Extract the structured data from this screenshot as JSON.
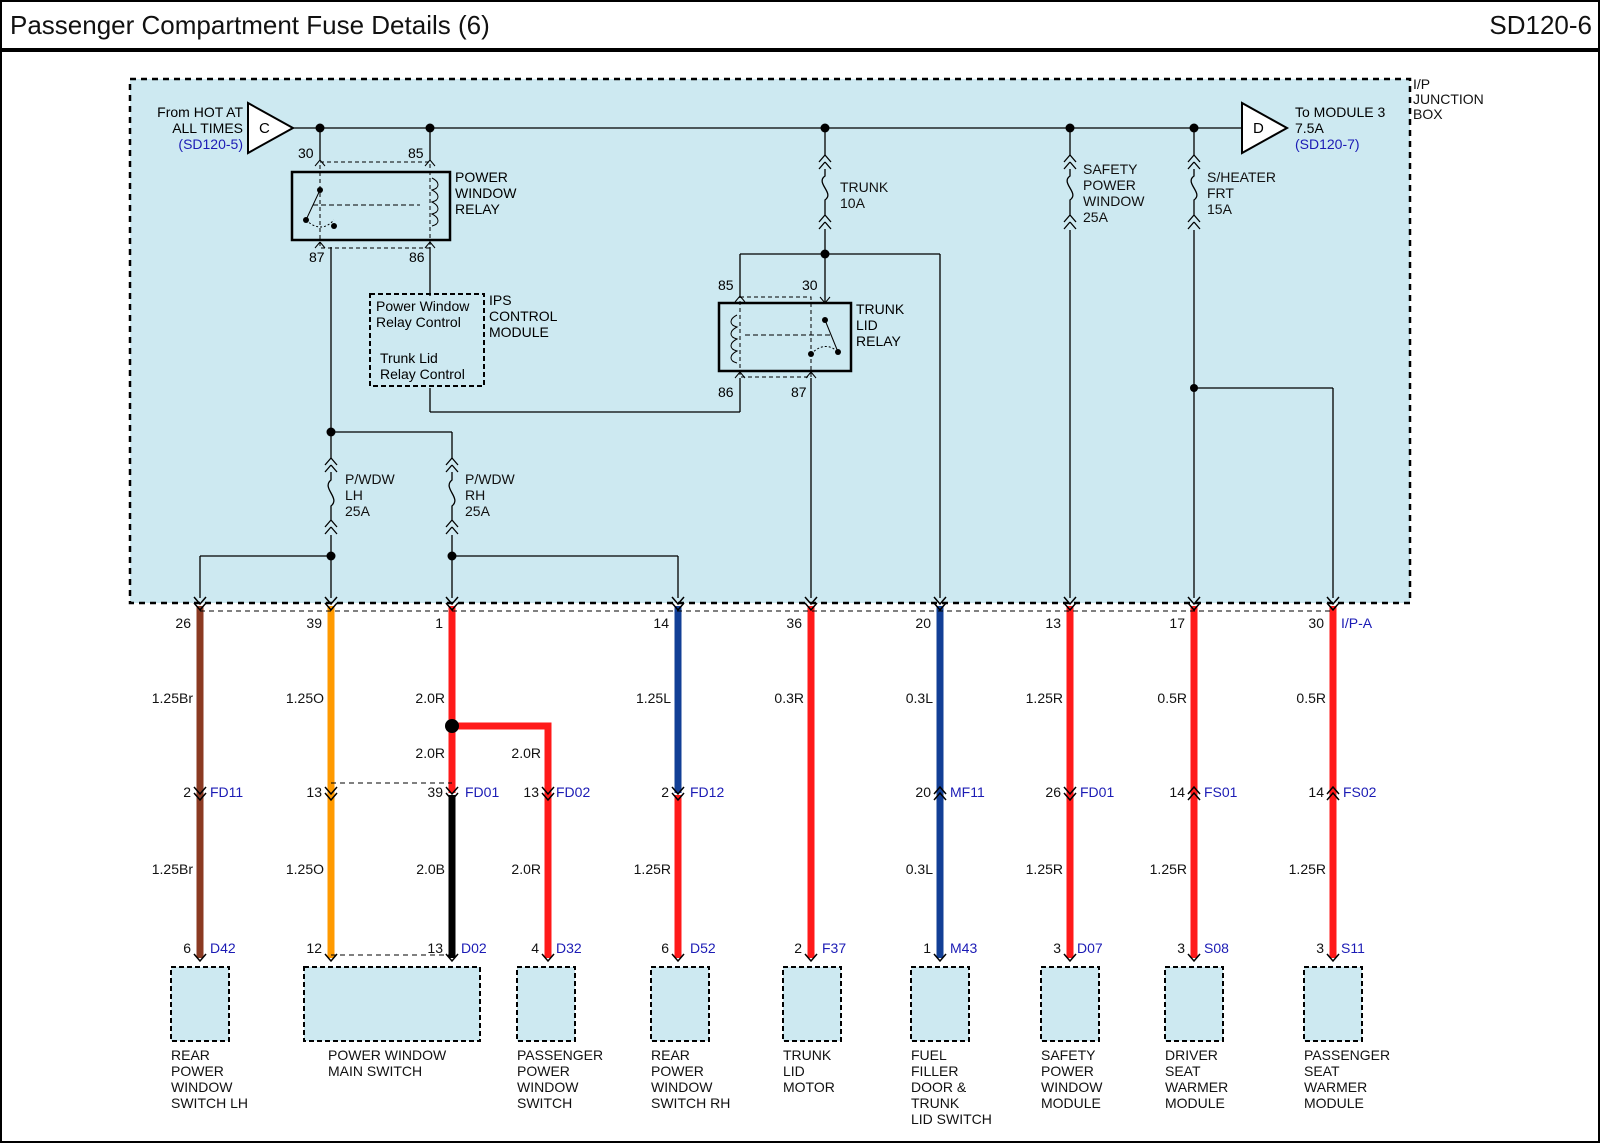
{
  "header": {
    "title": "Passenger Compartment Fuse Details (6)",
    "code": "SD120-6"
  },
  "junction_box": {
    "label": [
      "I/P",
      "JUNCTION",
      "BOX"
    ],
    "connector": "I/P-A"
  },
  "source": {
    "letter": "C",
    "lines": [
      "From HOT AT",
      "ALL TIMES"
    ],
    "ref": "(SD120-5)"
  },
  "destination": {
    "letter": "D",
    "lines": [
      "To MODULE 3",
      "7.5A"
    ],
    "ref": "(SD120-7)"
  },
  "power_window_relay": {
    "label": [
      "POWER",
      "WINDOW",
      "RELAY"
    ],
    "pins": [
      "30",
      "85",
      "87",
      "86"
    ]
  },
  "trunk_lid_relay": {
    "label": [
      "TRUNK",
      "LID",
      "RELAY"
    ],
    "pins": [
      "85",
      "30",
      "86",
      "87"
    ]
  },
  "ips_module": {
    "label": [
      "IPS",
      "CONTROL",
      "MODULE"
    ],
    "lines": [
      "Power Window",
      "Relay Control",
      "Trunk Lid",
      "Relay Control"
    ]
  },
  "fuses": {
    "trunk": [
      "TRUNK",
      "10A"
    ],
    "safety": [
      "SAFETY",
      "POWER",
      "WINDOW",
      "25A"
    ],
    "heater": [
      "S/HEATER",
      "FRT",
      "15A"
    ],
    "pwdw_lh": [
      "P/WDW",
      "LH",
      "25A"
    ],
    "pwdw_rh": [
      "P/WDW",
      "RH",
      "25A"
    ]
  },
  "pins": [
    {
      "pin": "26",
      "wire1": "1.25Br",
      "conn_pin": "2",
      "conn": "FD11",
      "wire2": "1.25Br",
      "end_pin": "6",
      "end_conn": "D42"
    },
    {
      "pin": "39",
      "wire1": "1.25O",
      "conn_pin": "13",
      "conn": "",
      "wire2": "1.25O",
      "end_pin": "12",
      "end_conn": ""
    },
    {
      "pin": "1",
      "wire1": "2.0R",
      "wire1b": "2.0R",
      "conn_pin": "39",
      "conn": "FD01",
      "wire2": "2.0B",
      "end_pin": "13",
      "end_conn": "D02"
    },
    {
      "pin": "",
      "wire1": "2.0R",
      "conn_pin": "13",
      "conn": "FD02",
      "wire2": "2.0R",
      "end_pin": "4",
      "end_conn": "D32"
    },
    {
      "pin": "14",
      "wire1": "1.25L",
      "conn_pin": "2",
      "conn": "FD12",
      "wire2": "1.25R",
      "end_pin": "6",
      "end_conn": "D52"
    },
    {
      "pin": "36",
      "wire1": "0.3R",
      "conn_pin": "",
      "conn": "",
      "wire2": "",
      "end_pin": "2",
      "end_conn": "F37"
    },
    {
      "pin": "20",
      "wire1": "0.3L",
      "conn_pin": "20",
      "conn": "MF11",
      "wire2": "0.3L",
      "end_pin": "1",
      "end_conn": "M43"
    },
    {
      "pin": "13",
      "wire1": "1.25R",
      "conn_pin": "26",
      "conn": "FD01",
      "wire2": "1.25R",
      "end_pin": "3",
      "end_conn": "D07"
    },
    {
      "pin": "17",
      "wire1": "0.5R",
      "conn_pin": "14",
      "conn": "FS01",
      "wire2": "1.25R",
      "end_pin": "3",
      "end_conn": "S08"
    },
    {
      "pin": "30",
      "wire1": "0.5R",
      "conn_pin": "14",
      "conn": "FS02",
      "wire2": "1.25R",
      "end_pin": "3",
      "end_conn": "S11"
    }
  ],
  "components": [
    [
      "REAR",
      "POWER",
      "WINDOW",
      "SWITCH LH"
    ],
    [
      "POWER WINDOW",
      "MAIN SWITCH"
    ],
    [
      "PASSENGER",
      "POWER",
      "WINDOW",
      "SWITCH"
    ],
    [
      "REAR",
      "POWER",
      "WINDOW",
      "SWITCH RH"
    ],
    [
      "TRUNK",
      "LID",
      "MOTOR"
    ],
    [
      "FUEL",
      "FILLER",
      "DOOR &",
      "TRUNK",
      "LID SWITCH"
    ],
    [
      "SAFETY",
      "POWER",
      "WINDOW",
      "MODULE"
    ],
    [
      "DRIVER",
      "SEAT",
      "WARMER",
      "MODULE"
    ],
    [
      "PASSENGER",
      "SEAT",
      "WARMER",
      "MODULE"
    ]
  ],
  "colors": {
    "red": "#ff1a1a",
    "brown": "#8b3a22",
    "orange": "#ff9a00",
    "blue": "#123f96",
    "black": "#000000",
    "box_fill": "#cde9f1",
    "ref_blue": "#1b1bb5"
  }
}
